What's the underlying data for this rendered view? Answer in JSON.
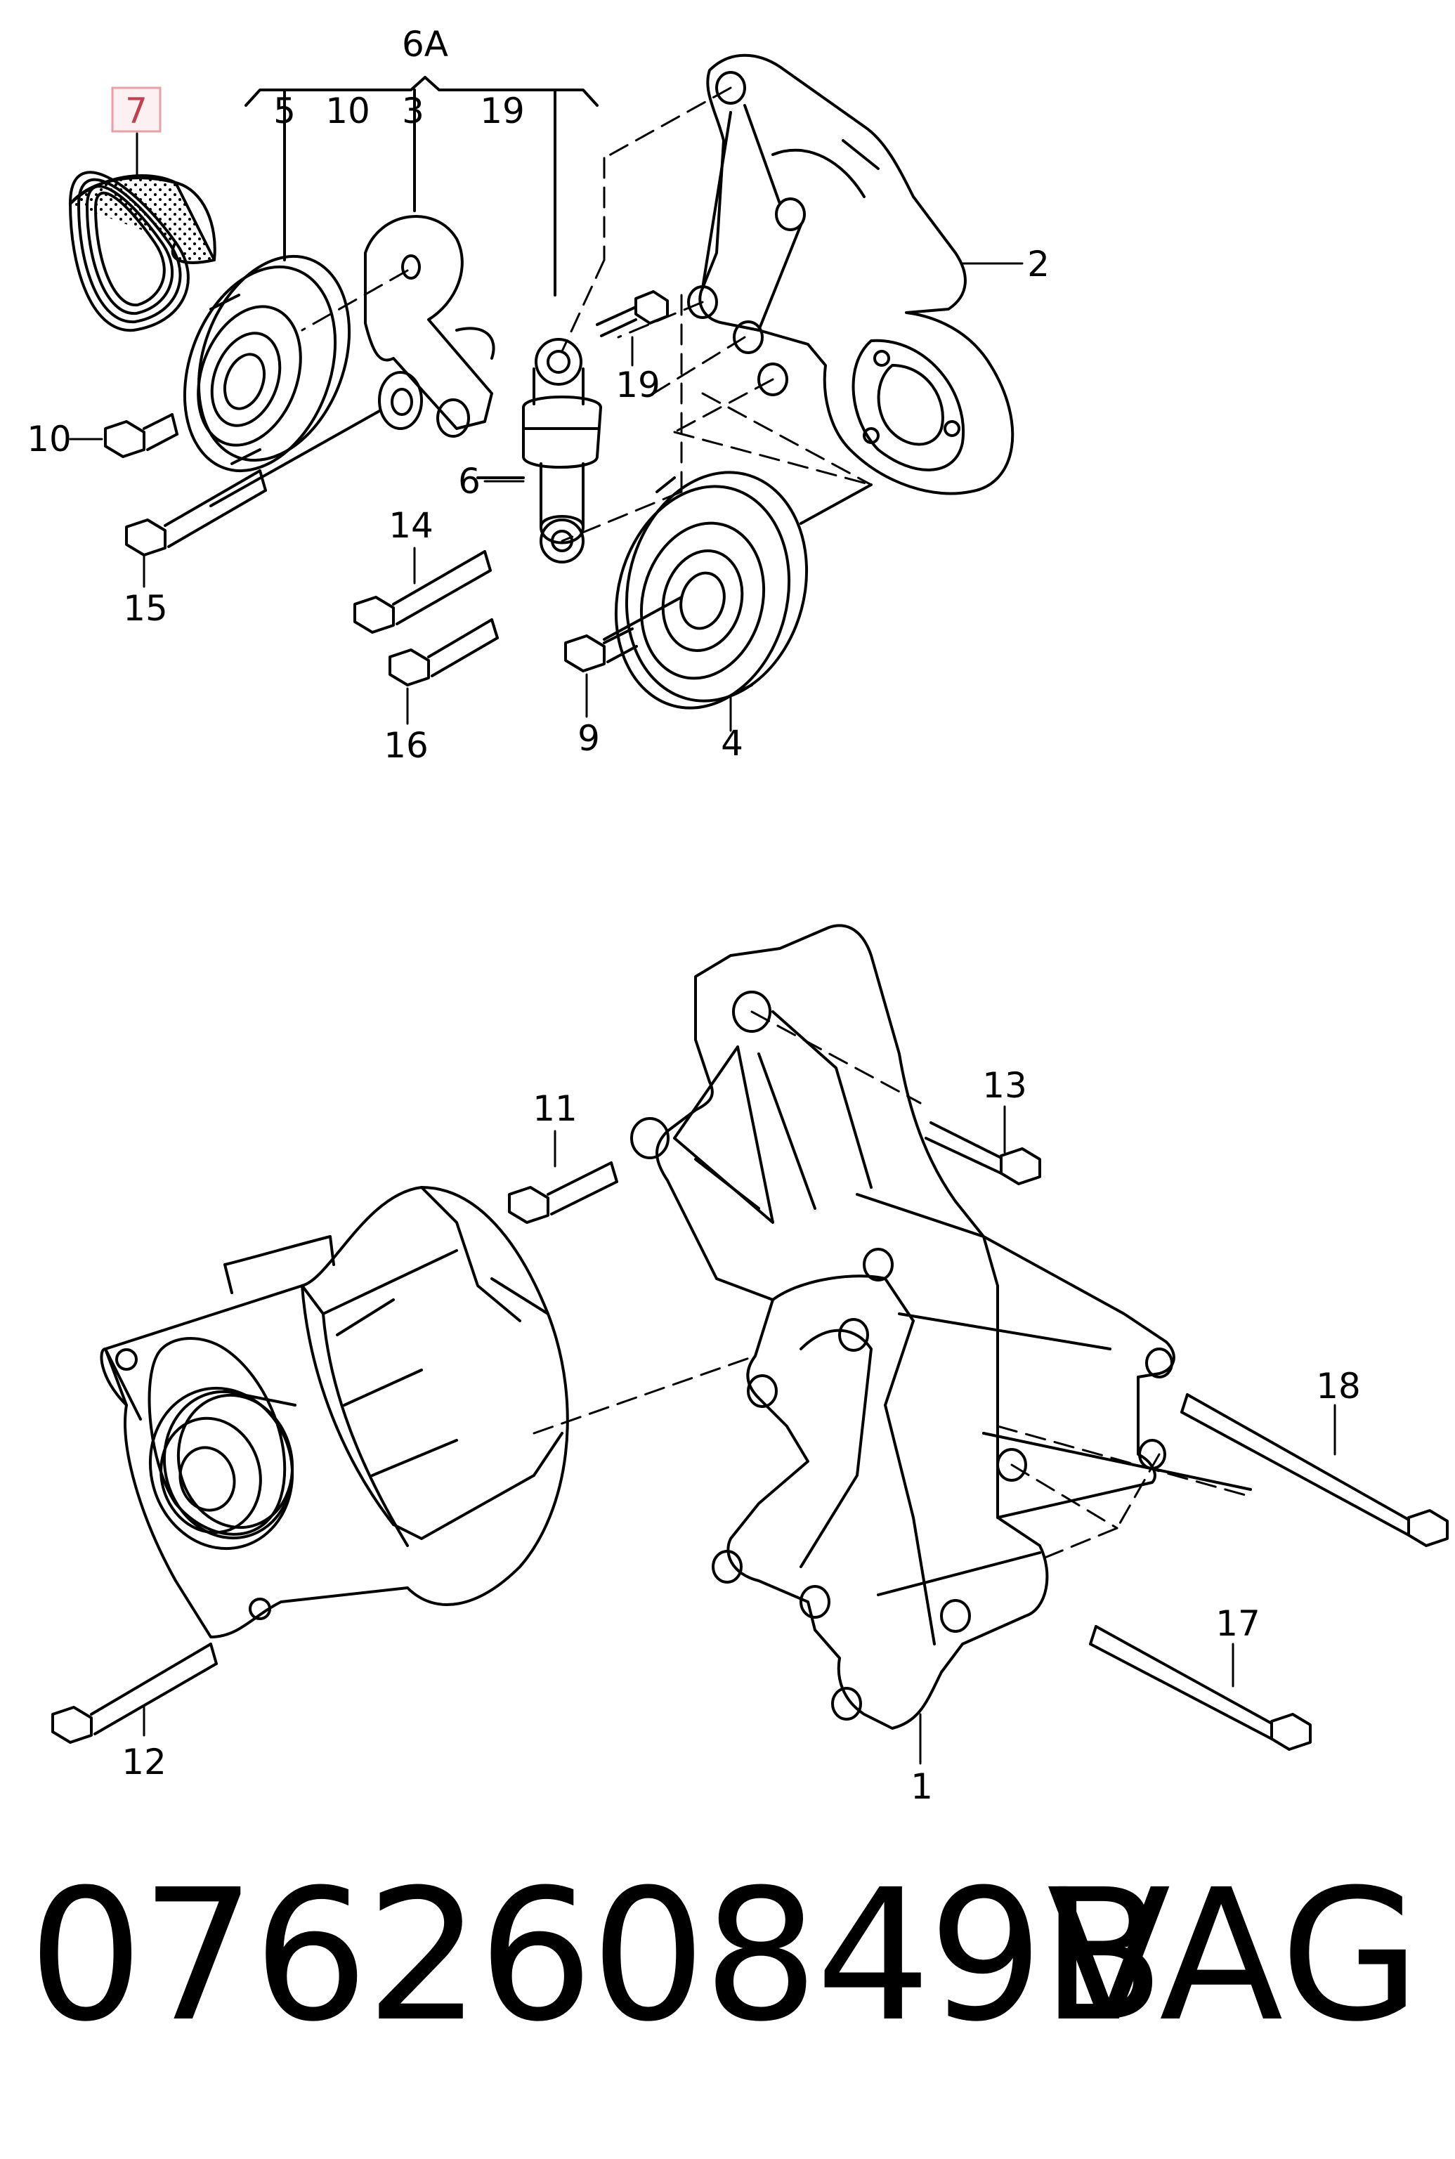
{
  "diagram": {
    "group_label": "6A",
    "highlight_color": "#e8a0a8",
    "callouts": {
      "c7": "7",
      "c5": "5",
      "c10a": "10",
      "c3": "3",
      "c19a": "19",
      "c2": "2",
      "c19b": "19",
      "c10b": "10",
      "c6": "6",
      "c14": "14",
      "c15": "15",
      "c16": "16",
      "c9": "9",
      "c4": "4",
      "c11": "11",
      "c13": "13",
      "c18": "18",
      "c17": "17",
      "c12": "12",
      "c1": "1"
    }
  },
  "footer": {
    "part_number": "076260849B",
    "brand": "VAG"
  }
}
